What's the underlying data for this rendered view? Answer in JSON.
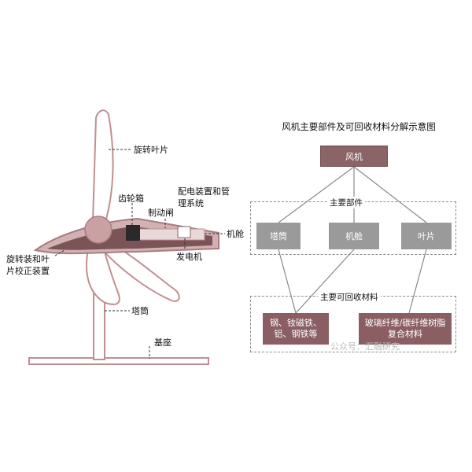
{
  "turbine": {
    "labels": {
      "rotating_blade": "旋转叶片",
      "gearbox": "齿轮箱",
      "brake": "制动闸",
      "power_system": "配电装置和管理系统",
      "nacelle": "机舱",
      "generator": "发电机",
      "yaw_pitch": "旋转装和叶片校正装置",
      "tower": "塔筒",
      "base": "基座"
    }
  },
  "decomposition": {
    "title": "风机主要部件及可回收材料分解示意图",
    "root": "风机",
    "components_group": "主要部件",
    "components": [
      "塔筒",
      "机舱",
      "叶片"
    ],
    "materials_group": "主要可回收材料",
    "materials": [
      "钢、钕磁铁、铝、钢铁等",
      "玻璃纤维/碳纤维树脂复合材料"
    ]
  },
  "watermark": "公众号：汇融研究",
  "colors": {
    "turbine_outline": "#c08f92",
    "turbine_fill": "#d2b1b3",
    "nacelle_fill": "#7a5456",
    "root_box": "#8a6466",
    "component_box": "#9a9a9a",
    "material_box": "#8a5e62"
  }
}
